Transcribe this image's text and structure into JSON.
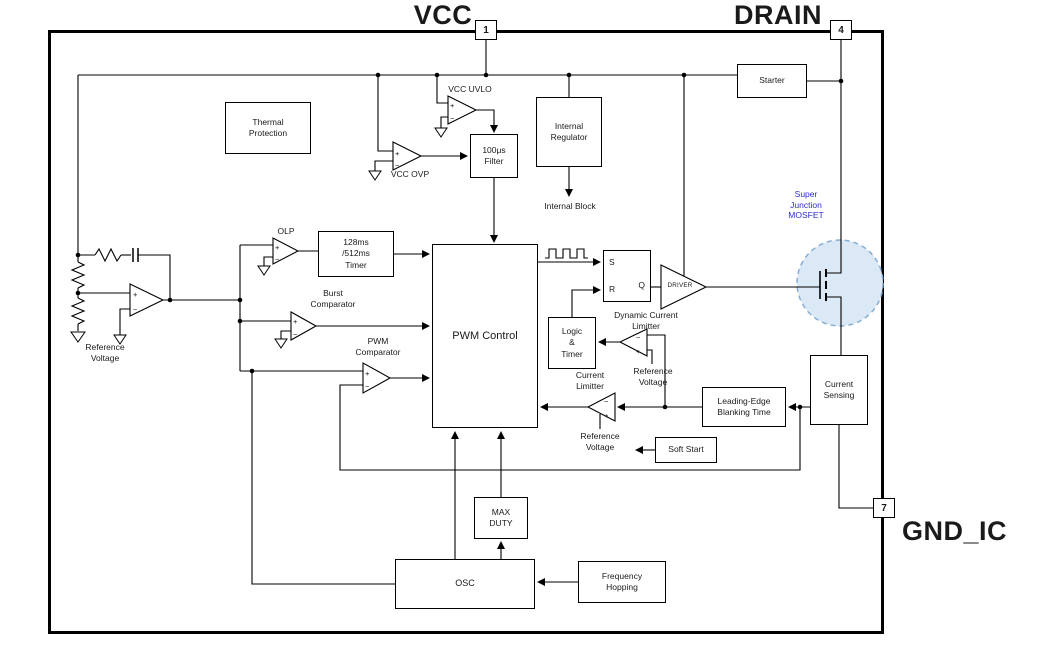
{
  "titles": {
    "vcc": "VCC",
    "drain": "DRAIN",
    "gnd": "GND_IC"
  },
  "pins": {
    "p1": "1",
    "p4": "4",
    "p7": "7"
  },
  "blocks": {
    "thermal": "Thermal\nProtection",
    "starter": "Starter",
    "filter": "100μs\nFilter",
    "regulator": "Internal\nRegulator",
    "timer": "128ms\n/512ms\nTimer",
    "pwm": "PWM Control",
    "logic": "Logic\n&\nTimer",
    "leb": "Leading-Edge\nBlanking Time",
    "cs": "Current\nSensing",
    "soft": "Soft Start",
    "maxduty": "MAX\nDUTY",
    "osc": "OSC",
    "freq": "Frequency\nHopping"
  },
  "labels": {
    "uvlo": "VCC UVLO",
    "ovp": "VCC OVP",
    "internal_block": "Internal Block",
    "olp": "OLP",
    "burst": "Burst\nComparator",
    "pwm_comp": "PWM\nComparator",
    "dyn_limiter": "Dynamic Current\nLimitter",
    "ref_dyn": "Reference\nVoltage",
    "cur_limiter": "Current\nLimitter",
    "ref_bottom": "Reference\nVoltage",
    "ref_left": "Reference\nVoltage",
    "mosfet": "Super\nJunction\nMOSFET",
    "driver": "DRIVER"
  },
  "latch": {
    "s": "S",
    "r": "R",
    "q": "Q"
  },
  "sym": {
    "plus": "+",
    "minus": "−"
  },
  "colors": {
    "line": "#000000",
    "accent_blue": "#2b2bcf",
    "mosfet_fill": "#dbe9f6",
    "mosfet_stroke": "#86aed2"
  }
}
